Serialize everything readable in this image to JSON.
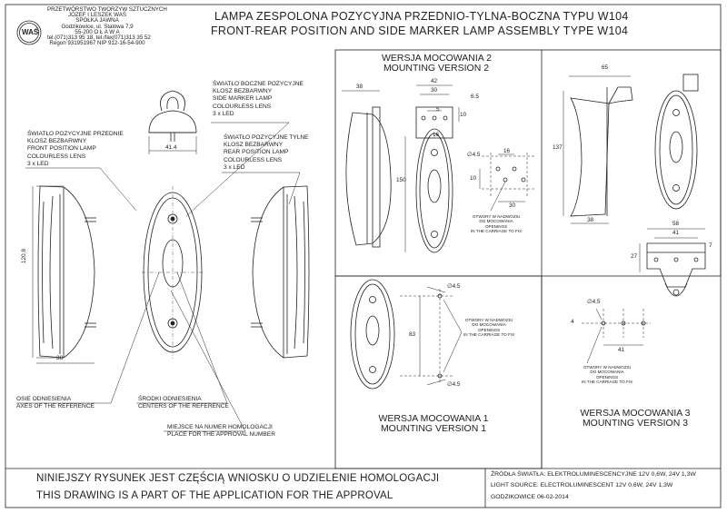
{
  "company": {
    "lines": [
      "PRZETWÓRSTWO TWORZYW SZTUCZNYCH",
      "JÓZEF I LESZEK WAŚ",
      "SPÓŁKA JAWNA",
      "Godzikowice, ul. Stalowa 7,9",
      "55-200   O Ł A W A",
      "tel.(071)313 95 18, tel./fax(071)313 35 52",
      "Regon 931951967 NIP 912-16-54-900"
    ],
    "logo_text": "WAŚ"
  },
  "title": {
    "pl": "LAMPA ZESPOLONA POZYCYJNA PRZEDNIO-TYLNA-BOCZNA TYPU W104",
    "en": "FRONT-REAR POSITION AND SIDE MARKER LAMP ASSEMBLY TYPE W104"
  },
  "labels": {
    "front": [
      "ŚWIATŁO POZYCYJNE PRZEDNIE",
      "KLOSZ BEZBARWNY",
      "FRONT POSITION LAMP",
      "COLOURLESS LENS",
      "3 x LED"
    ],
    "side": [
      "ŚWIATŁO BOCZNE POZYCYJNE",
      "KLOSZ BEZBARWNY",
      "SIDE MARKER LAMP",
      "COLOURLESS LENS",
      "3 x LED"
    ],
    "rear": [
      "ŚWIATŁO POZYCYJNE TYLNE",
      "KLOSZ BEZBARWNY",
      "REAR POSITION LAMP",
      "COLOURLESS LENS",
      "3 x LED"
    ],
    "axes": [
      "OSIE ODNIESIENIA",
      "AXES OF THE REFERENCE"
    ],
    "centers": [
      "ŚRODKI ODNIESIENIA",
      "CENTERS OF THE REFERENCE"
    ],
    "approval_place": [
      "MIEJSCE NA NUMER HOMOLOGACJI",
      "PLACE FOR THE APPROVAL NUMBER"
    ]
  },
  "holes_note": [
    "OTWORY W NADWOZIU",
    "DO MOCOWANIA",
    "OPENINGS",
    "IN THE CARRIAGE TO FIX"
  ],
  "versions": {
    "v2": [
      "WERSJA MOCOWANIA 2",
      "MOUNTING VERSION 2"
    ],
    "v1": [
      "WERSJA MOCOWANIA 1",
      "MOUNTING VERSION 1"
    ],
    "v3": [
      "WERSJA MOCOWANIA 3",
      "MOUNTING VERSION 3"
    ]
  },
  "dimensions": {
    "top_width": "41.4",
    "front_height": "120.8",
    "front_depth": "38",
    "v2_depth": "38",
    "v2_w42": "42",
    "v2_w30": "30",
    "v2_w10": "10",
    "v2_w5": "5",
    "v2_h65": "6.5",
    "v2_h150": "150",
    "v2_w16": "16",
    "v2_hole": "∅4.5",
    "v2_h16": "16",
    "v2_h10": "10",
    "v2_w30b": "30",
    "v1_hole_top": "∅4.5",
    "v1_h83": "83",
    "v1_hole_bot": "∅4.5",
    "v3_w65": "65",
    "v3_h137": "137",
    "v3_depth": "38",
    "v3_w58": "58",
    "v3_w41": "41",
    "v3_h27": "27",
    "v3_h7": "7",
    "v3_hole": "∅4.5",
    "v3_h4": "4",
    "v3_w41b": "41"
  },
  "footer": {
    "pl": "NINIEJSZY RYSUNEK JEST CZĘŚCIĄ WNIOSKU O  UDZIELENIE  HOMOLOGACJI",
    "en": "THIS DRAWING IS A PART OF THE APPLICATION FOR THE APPROVAL",
    "source_pl": "ŹRÓDŁA ŚWIATŁA: ELEKTROLUMINESCENCYJNE  12V  0,6W, 24V  1,3W",
    "source_en": "LIGHT SOURCE: ELECTROLUMINESCENT  12V  0,6W, 24V  1,3W",
    "date": "GODZIKOWICE 06-02-2014"
  },
  "colors": {
    "ink": "#222222",
    "paper": "#ffffff",
    "gray": "#9a9a9a"
  }
}
